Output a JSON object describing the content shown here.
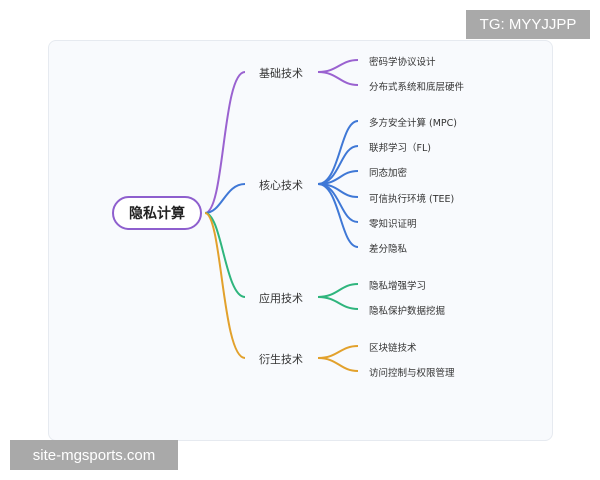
{
  "mindmap": {
    "root": {
      "label": "隐私计算",
      "color": "#8e5fce"
    },
    "branches": [
      {
        "label": "基础技术",
        "color": "#9a62d0",
        "children": [
          "密码学协议设计",
          "分布式系统和底层硬件"
        ]
      },
      {
        "label": "核心技术",
        "color": "#3f78d6",
        "children": [
          "多方安全计算 (MPC)",
          "联邦学习（FL)",
          "同态加密",
          "可信执行环境 (TEE)",
          "零知识证明",
          "差分隐私"
        ]
      },
      {
        "label": "应用技术",
        "color": "#2fb57d",
        "children": [
          "隐私增强学习",
          "隐私保护数据挖掘"
        ]
      },
      {
        "label": "衍生技术",
        "color": "#e2a12c",
        "children": [
          "区块链技术",
          "访问控制与权限管理"
        ]
      }
    ]
  },
  "watermarks": {
    "top_right": "TG: MYYJJPP",
    "bottom_left": "site-mgsports.com"
  }
}
